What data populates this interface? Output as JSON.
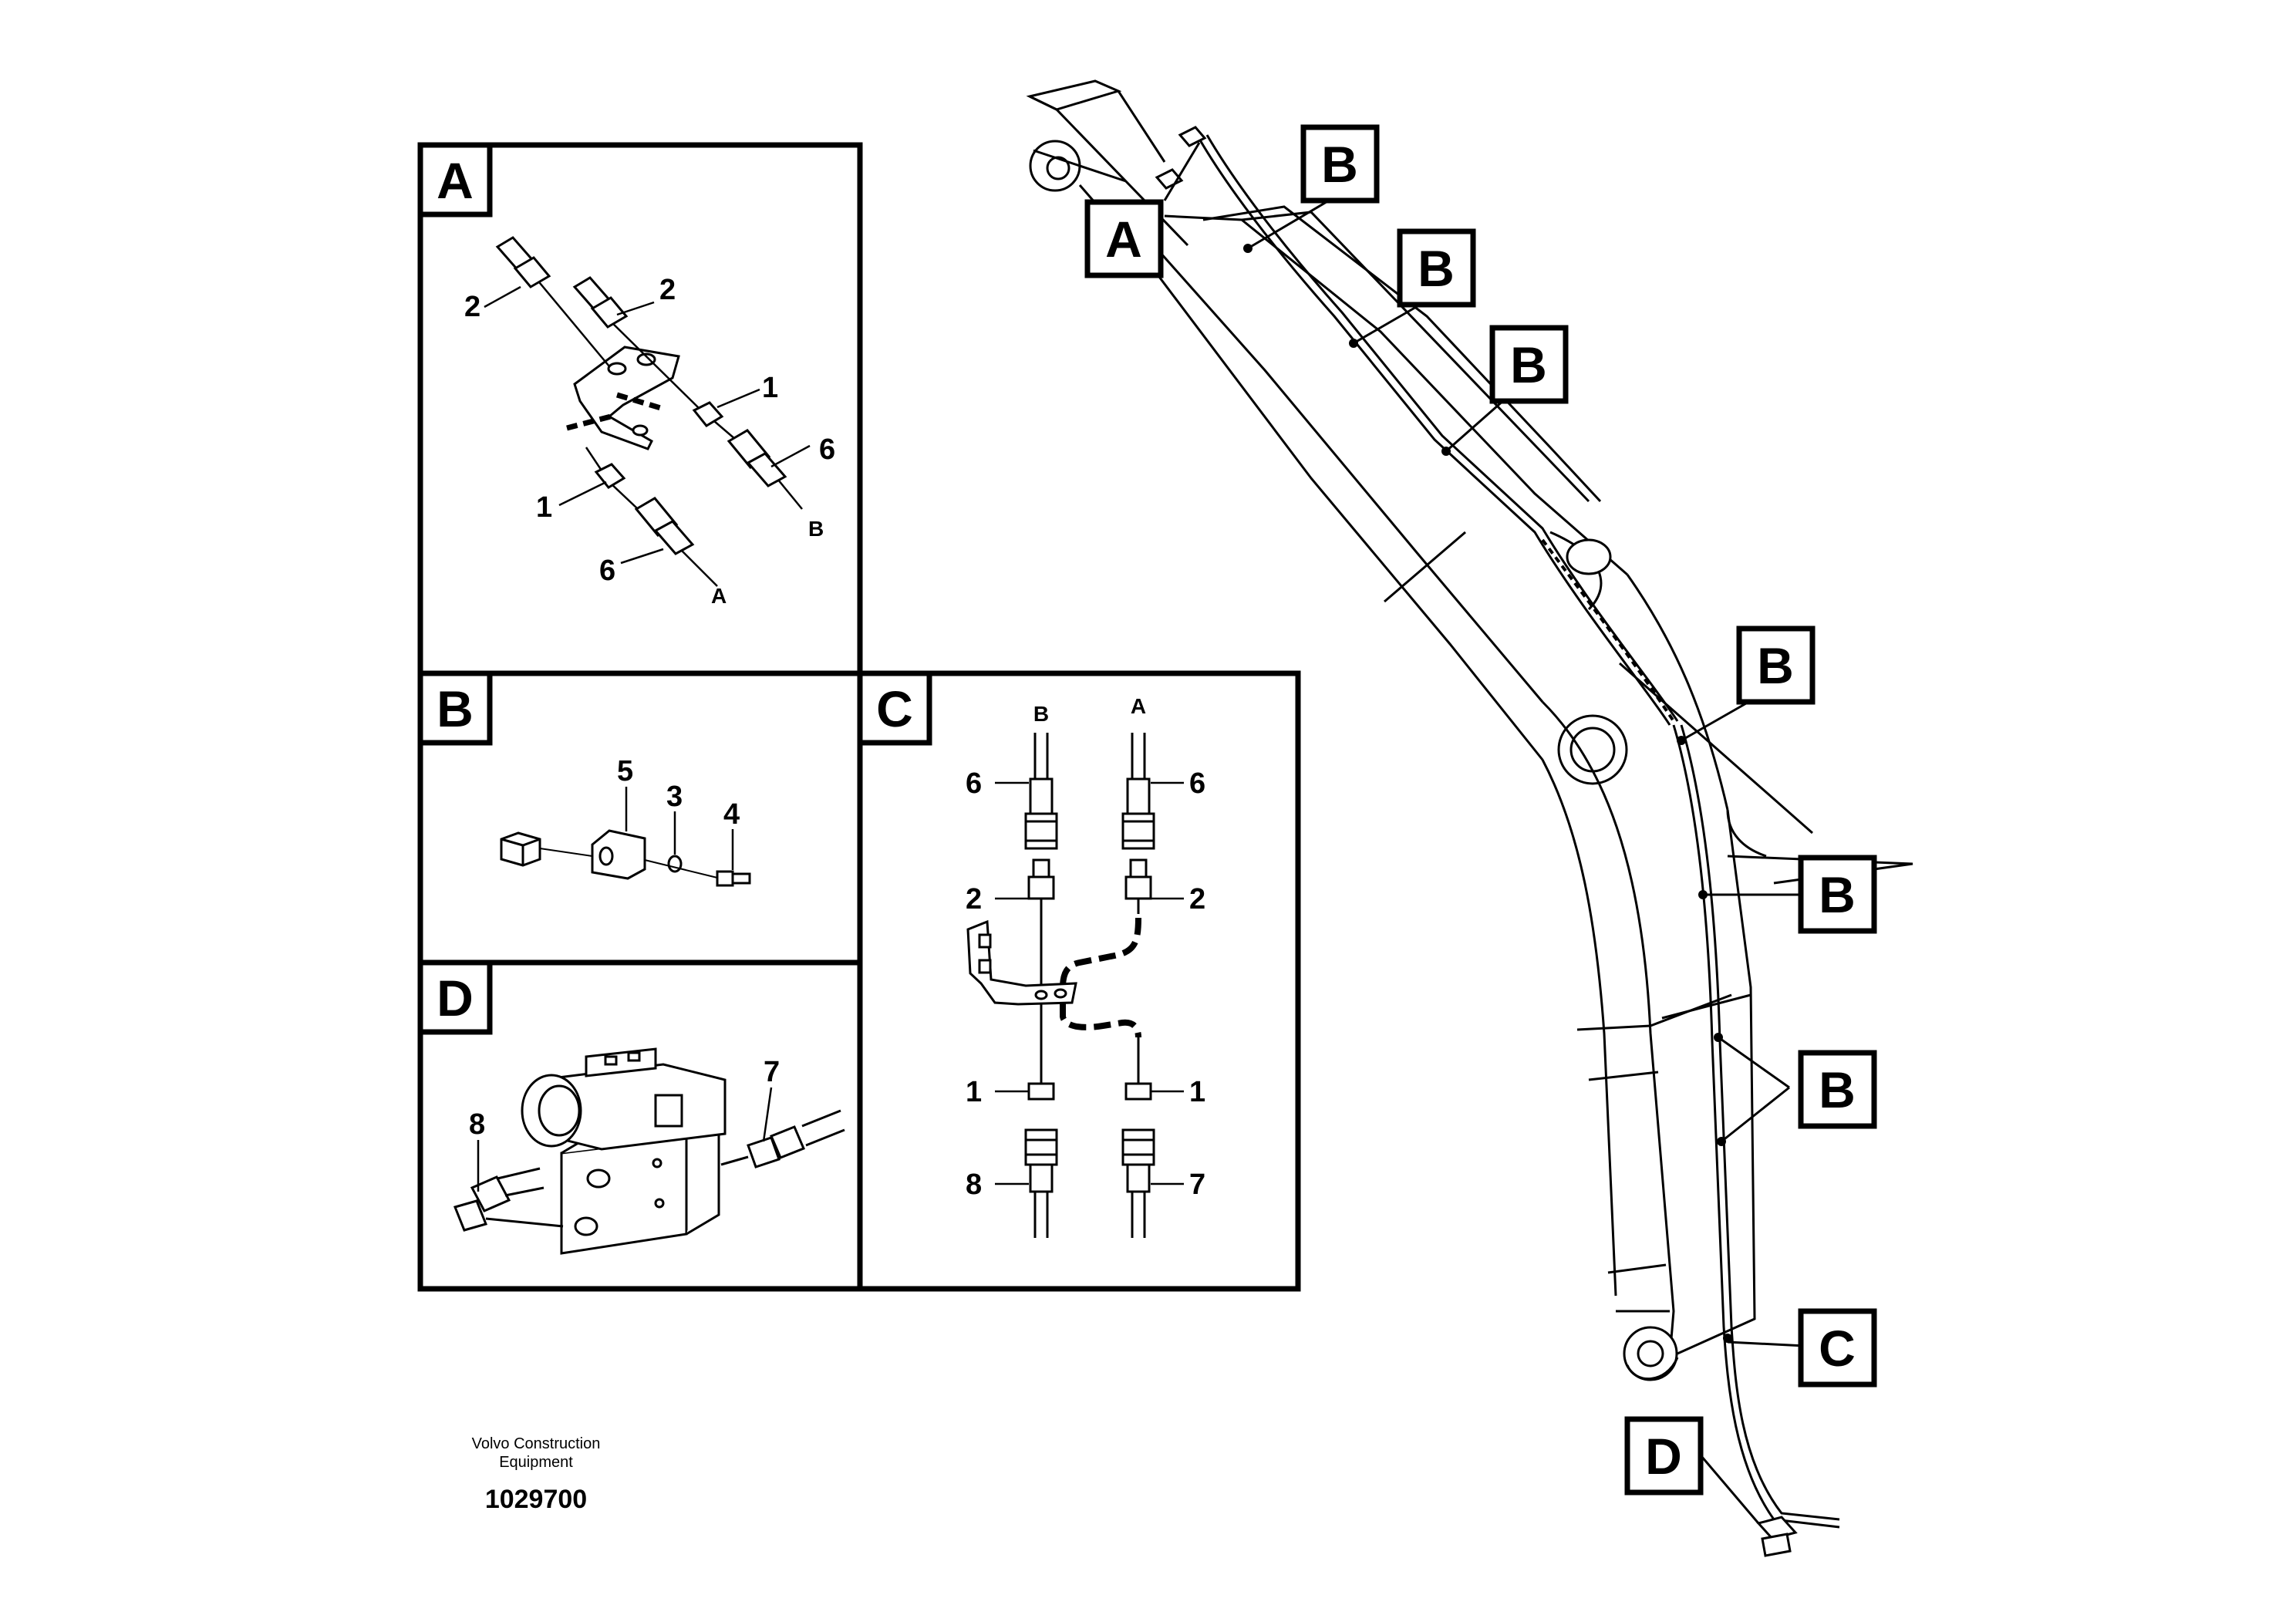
{
  "panels": {
    "a": {
      "letter": "A"
    },
    "b": {
      "letter": "B"
    },
    "c": {
      "letter": "C"
    },
    "d": {
      "letter": "D"
    }
  },
  "panel_a": {
    "callouts": [
      "2",
      "2",
      "1",
      "1",
      "6",
      "6"
    ],
    "hose_ends": [
      "B",
      "A"
    ]
  },
  "panel_b": {
    "callouts": [
      "5",
      "3",
      "4"
    ]
  },
  "panel_c": {
    "hose_ends": [
      "B",
      "A"
    ],
    "callouts_left": [
      "6",
      "2",
      "1",
      "8"
    ],
    "callouts_right": [
      "6",
      "2",
      "1",
      "7"
    ]
  },
  "panel_d": {
    "callouts": [
      "8",
      "7"
    ]
  },
  "boom_labels": [
    "A",
    "B",
    "B",
    "B",
    "B",
    "B",
    "B",
    "C",
    "D"
  ],
  "footer": {
    "company_line1": "Volvo Construction",
    "company_line2": "Equipment",
    "drawing_number": "1029700"
  }
}
